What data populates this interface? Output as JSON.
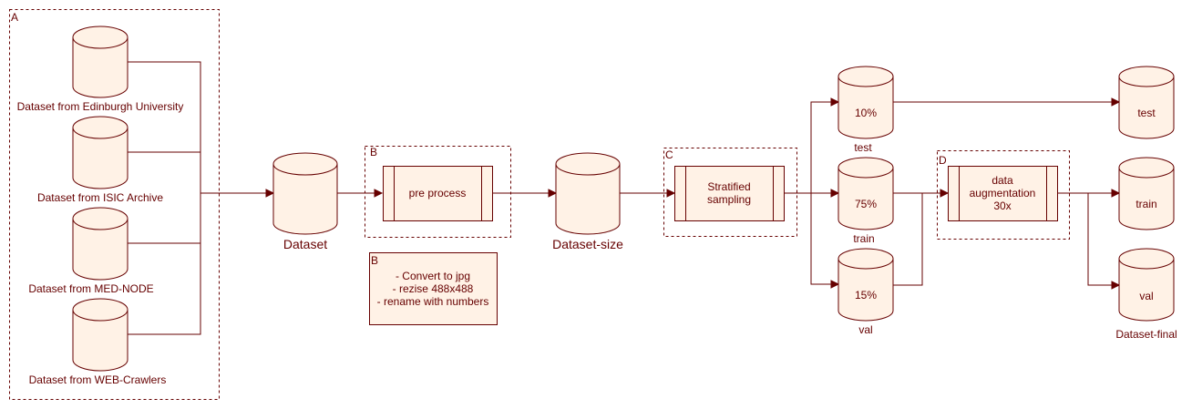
{
  "colors": {
    "stroke": "#660000",
    "fill": "#fff2e6",
    "background": "#ffffff"
  },
  "groups": {
    "a": "A",
    "b": "B",
    "c": "C",
    "d": "D",
    "b_note": "B"
  },
  "sources": {
    "edinburgh": "Dataset from Edinburgh University",
    "isic": "Dataset from ISIC Archive",
    "mednode": "Dataset from MED-NODE",
    "web": "Dataset from WEB-Crawlers"
  },
  "dataset": "Dataset",
  "preprocess": "pre process",
  "preprocess_note": "- Convert to jpg\n- rezise 488x488\n- rename with numbers",
  "dataset_size": "Dataset-size",
  "sampling": "Stratified\nsampling",
  "splits": {
    "test_pct": "10%",
    "test_label": "test",
    "train_pct": "75%",
    "train_label": "train",
    "val_pct": "15%",
    "val_label": "val"
  },
  "augmentation": "data\naugmentation\n30x",
  "final": {
    "test": "test",
    "train": "train",
    "val": "val",
    "label": "Dataset-final"
  }
}
